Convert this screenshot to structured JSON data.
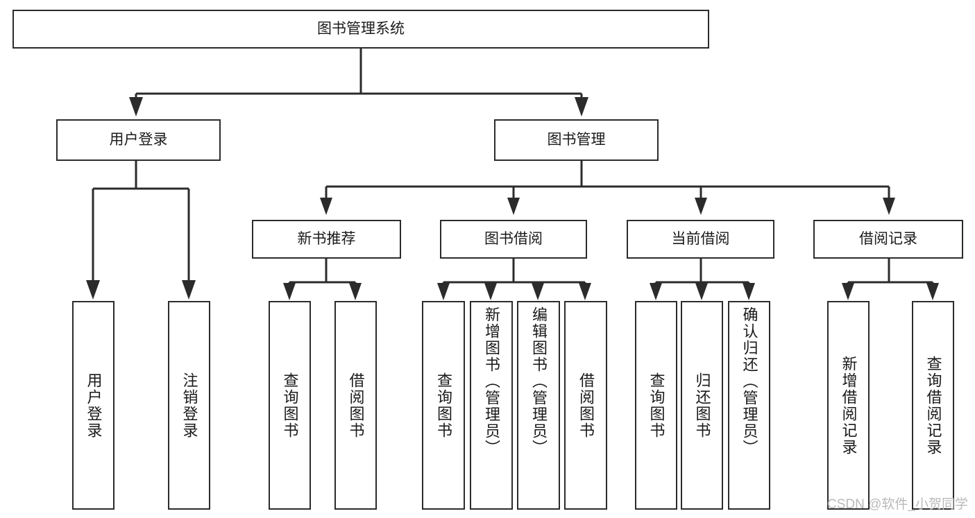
{
  "diagram": {
    "title": "图书管理系统",
    "type": "hierarchy-tree",
    "root": {
      "label": "图书管理系统"
    },
    "level2": [
      {
        "label": "用户登录"
      },
      {
        "label": "图书管理"
      }
    ],
    "level3": [
      {
        "label": "新书推荐"
      },
      {
        "label": "图书借阅"
      },
      {
        "label": "当前借阅"
      },
      {
        "label": "借阅记录"
      }
    ],
    "leaves": {
      "user_login": [
        {
          "label": "用户登录"
        },
        {
          "label": "注销登录"
        }
      ],
      "new_book_recommend": [
        {
          "label": "查询图书"
        },
        {
          "label": "借阅图书"
        }
      ],
      "book_borrow": [
        {
          "label": "查询图书"
        },
        {
          "label": "新增图书（管理员）"
        },
        {
          "label": "编辑图书（管理员）"
        },
        {
          "label": "借阅图书"
        }
      ],
      "current_borrow": [
        {
          "label": "查询图书"
        },
        {
          "label": "归还图书"
        },
        {
          "label": "确认归还（管理员）"
        }
      ],
      "borrow_record": [
        {
          "label": "新增借阅记录"
        },
        {
          "label": "查询借阅记录"
        }
      ]
    }
  },
  "watermark": {
    "text": "CSDN @软件_小贺同学"
  },
  "colors": {
    "stroke": "#2b2b2b",
    "background": "#ffffff",
    "text": "#1a1a1a",
    "watermark": "#b9b9b9"
  }
}
